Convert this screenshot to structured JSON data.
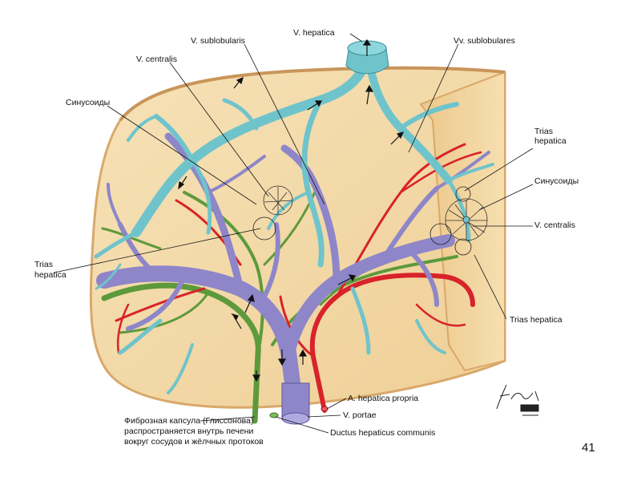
{
  "labels": {
    "v_hepatica": "V. hepatica",
    "v_sublobularis": "V. sublobularis",
    "vv_sublobulares": "Vv. sublobulares",
    "v_centralis_left": "V. centralis",
    "sinusoidy_left": "Синусоиды",
    "trias_hepatica_right_1": "Trias",
    "trias_hepatica_right_2": "hepatica",
    "sinusoidy_right": "Синусоиды",
    "v_centralis_right": "V. centralis",
    "trias_hepatica_left_1": "Trias",
    "trias_hepatica_left_2": "hepatica",
    "trias_hepatica_bottom": "Trias hepatica",
    "a_hepatica_propria": "A. hepatica propria",
    "v_portae": "V. portae",
    "ductus_hepaticus": "Ductus hepaticus communis",
    "capsule_line1": "Фиброзная капсула (Глиссонова)",
    "capsule_line2": "распространяется внутрь печени",
    "capsule_line3": "вокруг сосудов и жёлчных протоков"
  },
  "page_number": "41",
  "colors": {
    "parenchyma": "#f3d9a8",
    "parenchyma_edge": "#d9a86a",
    "hepatic_vein": "#6fc4cc",
    "portal_vein": "#8e86c9",
    "artery": "#d8232a",
    "bile_duct": "#5d9a3c"
  }
}
